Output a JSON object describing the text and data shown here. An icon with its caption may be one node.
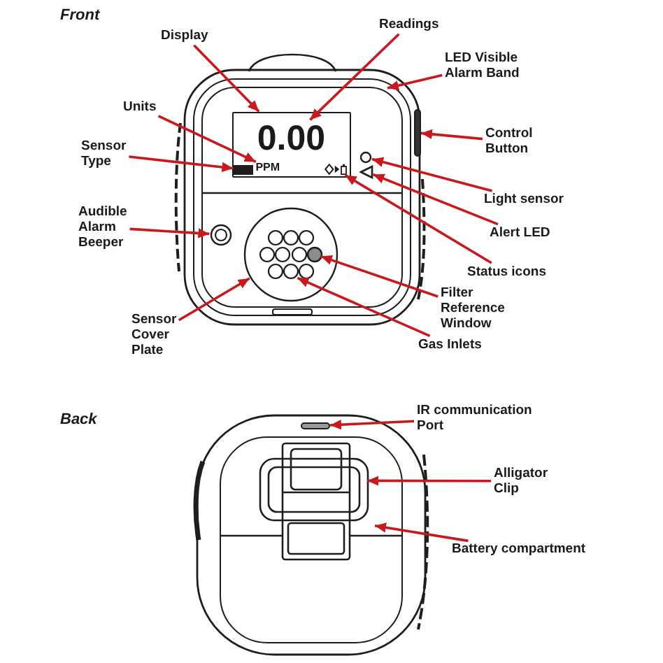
{
  "diagram": {
    "nodes": [
      {
        "text": [
          "Display"
        ]
      },
      {
        "text": [
          "Readings"
        ]
      },
      {
        "text": [
          "LED Visible Alarm Band"
        ]
      },
      {
        "text": [
          "Units"
        ]
      },
      {
        "text": [
          "Control Button"
        ]
      },
      {
        "text": [
          "Sensor Type"
        ]
      },
      {
        "text": [
          "Light sensor"
        ]
      },
      {
        "text": [
          "Audible Alarm Beeper"
        ]
      },
      {
        "text": [
          "Alert LED"
        ]
      },
      {
        "text": [
          "Status icons"
        ]
      },
      {
        "text": [
          "Filter Reference Window"
        ]
      },
      {
        "text": [
          "Sensor Cover Plate"
        ]
      },
      {
        "text": [
          "Gas Inlets"
        ]
      },
      {
        "text": [
          "IR communication Port"
        ]
      },
      {
        "text": [
          "Alligator Clip"
        ]
      },
      {
        "text": [
          "Battery compartment"
        ]
      },
      {
        "text": [],
        "shape": "ring"
      },
      {
        "text": [],
        "shape": "box",
        "in": 16
      },
      {
        "text": [
          "0.00"
        ],
        "in": 17
      },
      {
        "text": [],
        "shape": "bar",
        "in": 17
      },
      {
        "text": [
          "PPM"
        ],
        "in": 17
      },
      {
        "text": [],
        "shape": "picture",
        "in": 17
      },
      {
        "text": [],
        "shape": "bar"
      },
      {
        "text": [],
        "shape": "circle",
        "in": 16
      },
      {
        "text": [],
        "shape": "triangle",
        "in": 16
      },
      {
        "text": [],
        "shape": "circle",
        "in": 16
      },
      {
        "text": [],
        "shape": "circle",
        "in": 16
      },
      {
        "text": [],
        "shape": "circle",
        "in": 26
      },
      {
        "text": [],
        "shape": "picture",
        "in": 26
      },
      {
        "text": [],
        "shape": "bar"
      },
      {
        "text": [],
        "shape": "box"
      },
      {
        "text": [],
        "shape": "picture",
        "in": 30
      }
    ],
    "edges": [
      {
        "from": 0,
        "to": 17,
        "arrow": "to"
      },
      {
        "from": 1,
        "to": 18,
        "arrow": "to"
      },
      {
        "from": 2,
        "to": 16,
        "arrow": "to"
      },
      {
        "from": 3,
        "to": 20,
        "arrow": "to"
      },
      {
        "from": 4,
        "to": 22,
        "arrow": "to"
      },
      {
        "from": 5,
        "to": 19,
        "arrow": "to"
      },
      {
        "from": 6,
        "to": 23,
        "arrow": "to"
      },
      {
        "from": 7,
        "to": 25,
        "arrow": "to"
      },
      {
        "from": 8,
        "to": 24,
        "arrow": "to"
      },
      {
        "from": 9,
        "to": 21,
        "arrow": "to"
      },
      {
        "from": 10,
        "to": 27,
        "arrow": "to"
      },
      {
        "from": 11,
        "to": 26,
        "arrow": "to"
      },
      {
        "from": 12,
        "to": 28,
        "arrow": "to"
      },
      {
        "from": 13,
        "to": 29,
        "arrow": "to"
      },
      {
        "from": 14,
        "to": 31,
        "arrow": "to"
      },
      {
        "from": 15,
        "to": 30,
        "arrow": "to"
      }
    ],
    "labels": [
      "Front",
      "Back"
    ]
  }
}
